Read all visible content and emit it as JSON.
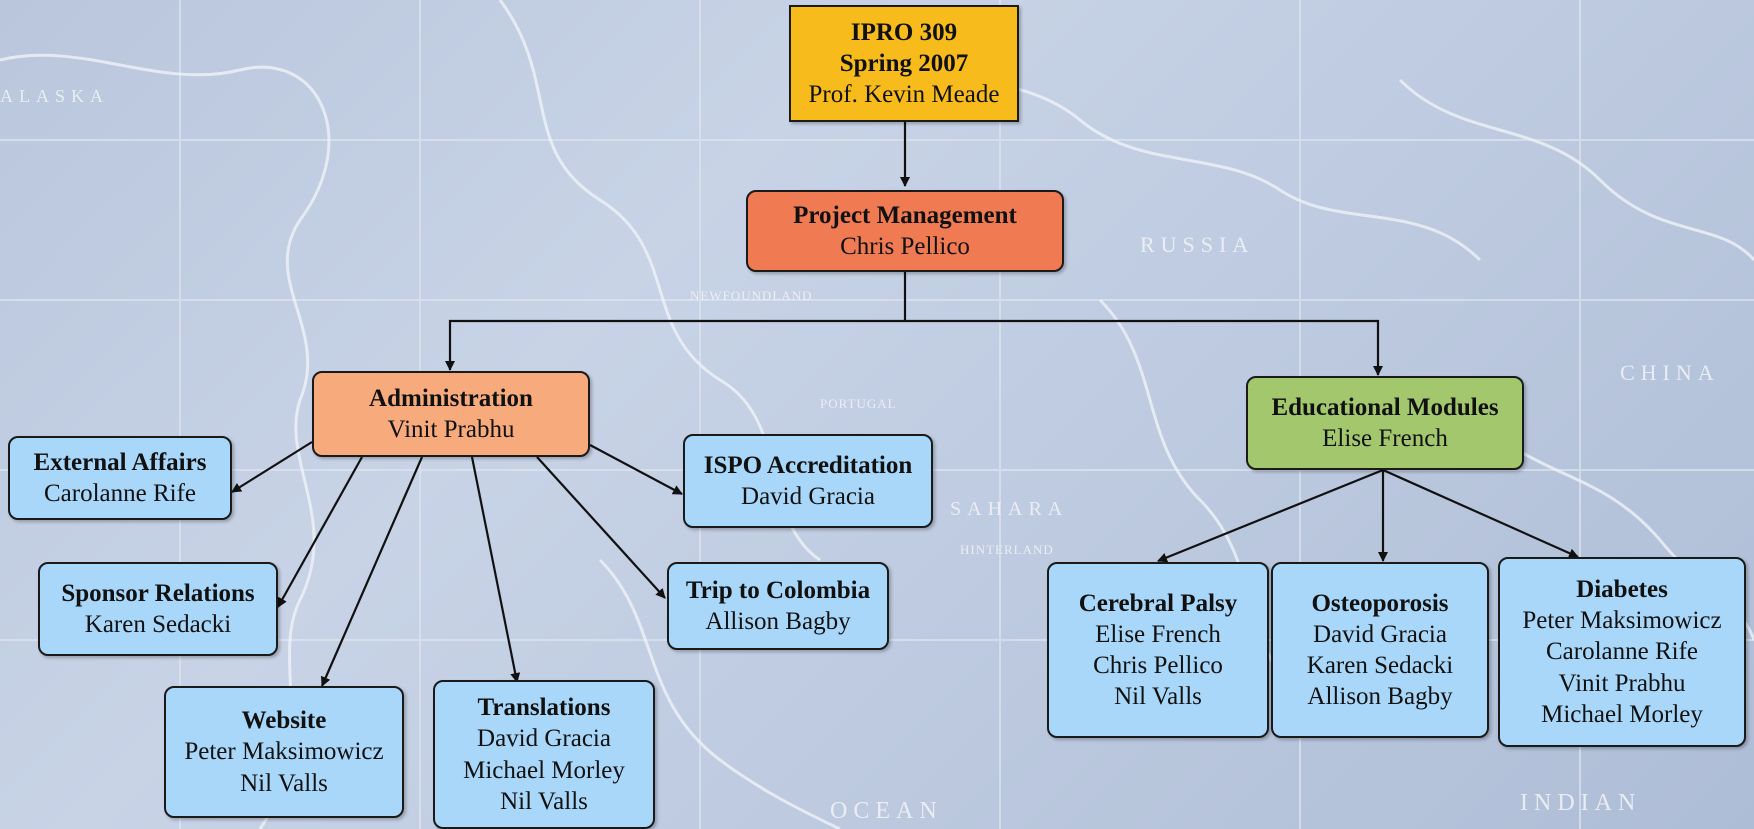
{
  "colors": {
    "root": "#f7bc1b",
    "project_management": "#f07a52",
    "administration": "#f7ab7d",
    "educational_modules": "#a3c76d",
    "team": "#a9d7f9",
    "connector": "#111111"
  },
  "background": {
    "description_icon": "world-map-watermark",
    "labels": [
      "ALASKA",
      "RUSSIA",
      "SAHARA",
      "CHINA",
      "NEWFOUNDLAND",
      "PORTUGAL",
      "HINTERLAND",
      "OCEAN",
      "INDIAN"
    ]
  },
  "root": {
    "line1": "IPRO 309",
    "line2": "Spring 2007",
    "line3": "Prof. Kevin Meade"
  },
  "project_management": {
    "title": "Project Management",
    "members": [
      "Chris Pellico"
    ]
  },
  "administration": {
    "title": "Administration",
    "members": [
      "Vinit Prabhu"
    ],
    "teams": [
      {
        "title": "External Affairs",
        "members": [
          "Carolanne Rife"
        ]
      },
      {
        "title": "Sponsor Relations",
        "members": [
          "Karen Sedacki"
        ]
      },
      {
        "title": "Website",
        "members": [
          "Peter Maksimowicz",
          "Nil Valls"
        ]
      },
      {
        "title": "Translations",
        "members": [
          "David Gracia",
          "Michael Morley",
          "Nil Valls"
        ]
      },
      {
        "title": "Trip to Colombia",
        "members": [
          "Allison Bagby"
        ]
      },
      {
        "title": "ISPO Accreditation",
        "members": [
          "David Gracia"
        ]
      }
    ]
  },
  "educational_modules": {
    "title": "Educational Modules",
    "members": [
      "Elise French"
    ],
    "teams": [
      {
        "title": "Cerebral Palsy",
        "members": [
          "Elise French",
          "Chris Pellico",
          "Nil Valls"
        ]
      },
      {
        "title": "Osteoporosis",
        "members": [
          "David Gracia",
          "Karen Sedacki",
          "Allison Bagby"
        ]
      },
      {
        "title": "Diabetes",
        "members": [
          "Peter Maksimowicz",
          "Carolanne Rife",
          "Vinit Prabhu",
          "Michael Morley"
        ]
      }
    ]
  }
}
